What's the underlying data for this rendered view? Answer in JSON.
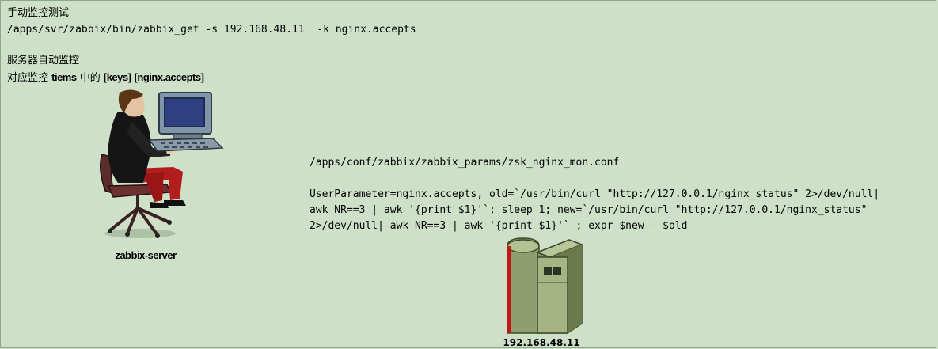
{
  "header": {
    "title": "手动监控测试",
    "manual_command": "/apps/svr/zabbix/bin/zabbix_get -s 192.168.48.11  -k nginx.accepts",
    "auto_title": "服务器自动监控",
    "keys_prefix": "对应监控 ",
    "keys_items_word": "tiems",
    "keys_middle": " 中的 ",
    "keys_keys_word": "[keys]",
    "keys_value": "[nginx.accepts]"
  },
  "config": {
    "path": "/apps/conf/zabbix/zabbix_params/zsk_nginx_mon.conf",
    "user_parameter_lines": [
      "UserParameter=nginx.accepts, old=`/usr/bin/curl \"http://127.0.0.1/nginx_status\" 2>/dev/null|",
      "awk NR==3 | awk '{print $1}'`; sleep 1; new=`/usr/bin/curl \"http://127.0.0.1/nginx_status\"",
      "2>/dev/null| awk NR==3 | awk '{print $1}'` ; expr $new - $old"
    ]
  },
  "nodes": {
    "admin_label": "zabbix-server",
    "admin_icon": "person-at-computer-icon",
    "server_label": "192.168.48.11",
    "server_icon": "server-tower-icon"
  },
  "colors": {
    "background": "#cee0c8",
    "border": "#8ca88a"
  }
}
